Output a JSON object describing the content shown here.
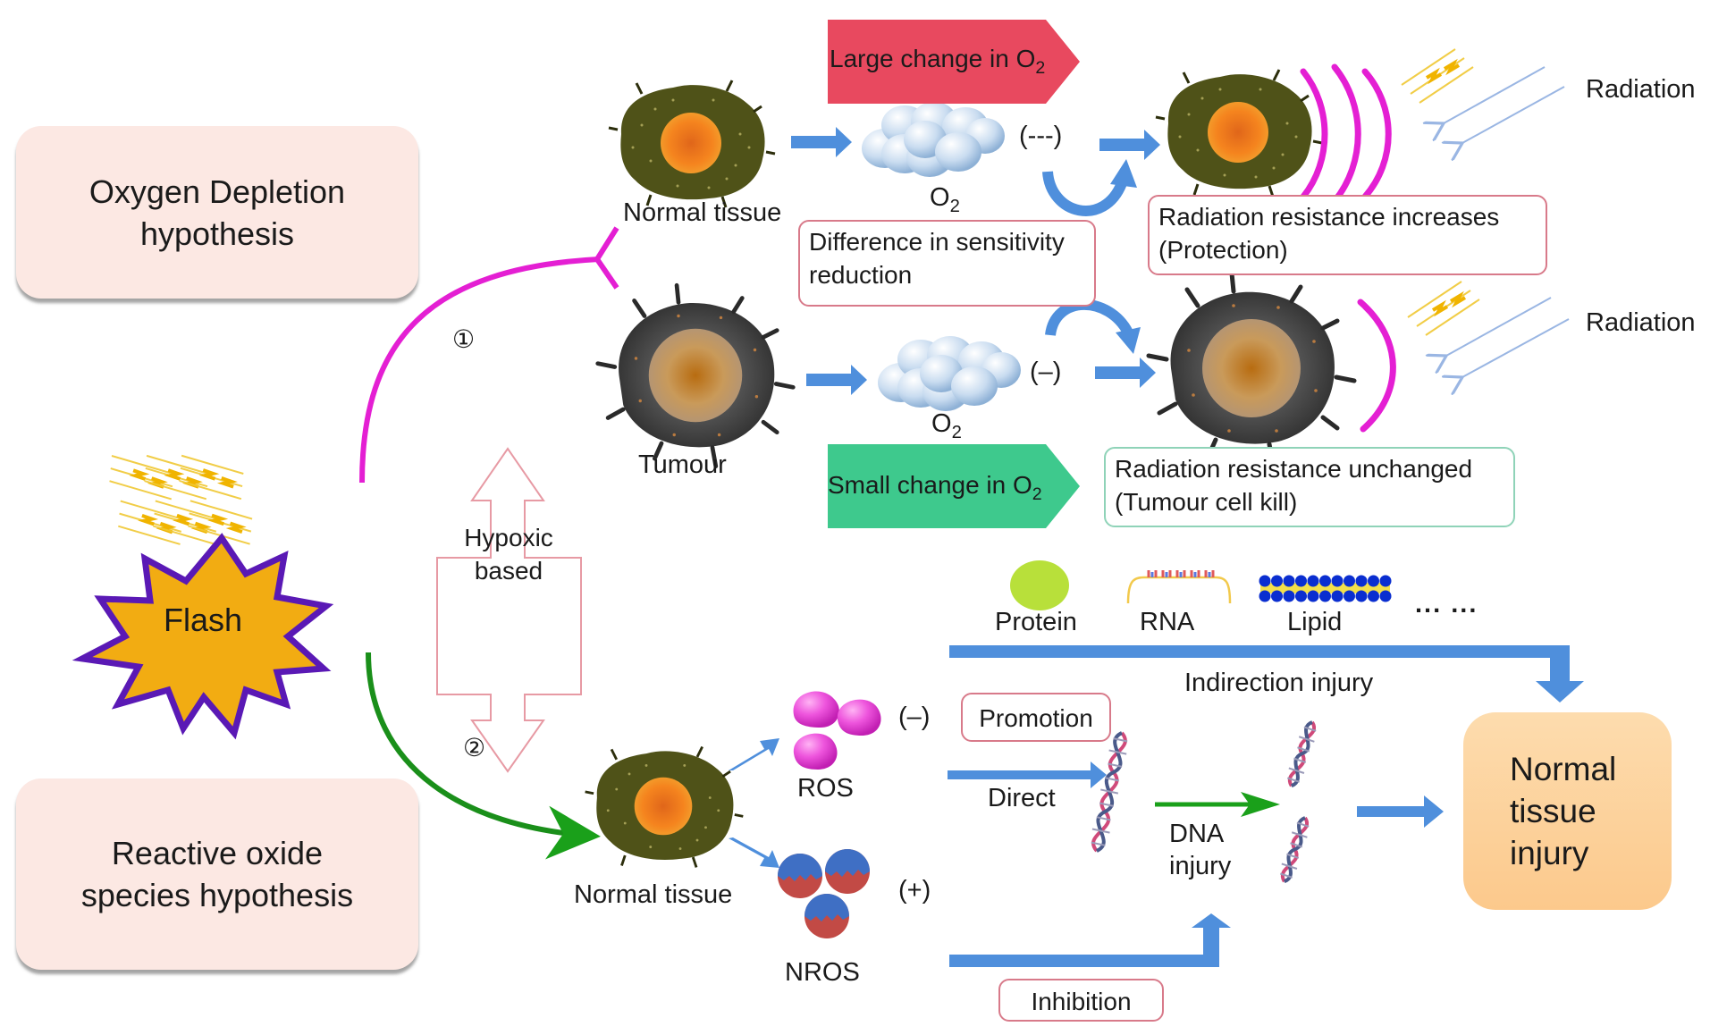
{
  "hypotheses": {
    "oxygen_depletion": "Oxygen Depletion hypothesis",
    "oxygen_depletion_lines": [
      "Oxygen Depletion",
      "hypothesis"
    ],
    "ros": "Reactive oxide species hypothesis",
    "ros_lines": [
      "Reactive oxide",
      "species hypothesis"
    ]
  },
  "flash": {
    "label": "Flash"
  },
  "pathway_markers": {
    "one": "①",
    "two": "②"
  },
  "hypoxic": {
    "lines": [
      "Hypoxic",
      "based"
    ]
  },
  "top_pathway": {
    "large_change": {
      "text": "Large change in O",
      "sub": "2",
      "color": "#e8495f"
    },
    "normal_tissue_label": "Normal tissue",
    "o2_label": "O",
    "o2_sub": "2",
    "sign": "(---)",
    "difference_note": [
      "Difference in sensitivity",
      "reduction"
    ],
    "resistance_note": [
      "Radiation resistance increases",
      "(Protection)"
    ],
    "radiation_label": "Radiation"
  },
  "tumour_pathway": {
    "tumour_label": "Tumour",
    "o2_label": "O",
    "o2_sub": "2",
    "sign": "(–)",
    "small_change": {
      "text": "Small change in O",
      "sub": "2",
      "color": "#3ec98d"
    },
    "resistance_note": [
      "Radiation resistance unchanged",
      "(Tumour cell kill)"
    ],
    "radiation_label": "Radiation"
  },
  "ros_pathway": {
    "biomolecules": [
      "Protein",
      "RNA",
      "Lipid",
      "... ..."
    ],
    "indirect_label": "Indirection injury",
    "normal_tissue_label": "Normal tissue",
    "ros_label": "ROS",
    "ros_sign": "(–)",
    "nros_label": "NROS",
    "nros_sign": "(+)",
    "promotion": "Promotion",
    "direct": "Direct",
    "dna_injury": [
      "DNA",
      "injury"
    ],
    "inhibition": "Inhibition"
  },
  "outcome": {
    "lines": [
      "Normal",
      "tissue",
      "injury"
    ]
  },
  "colors": {
    "magenta": "#e41fd3",
    "green_path": "#1a8f1a",
    "arrow_blue": "#4f8fdc",
    "flash_fill": "#f2ac12",
    "flash_stroke": "#5a19b5"
  }
}
